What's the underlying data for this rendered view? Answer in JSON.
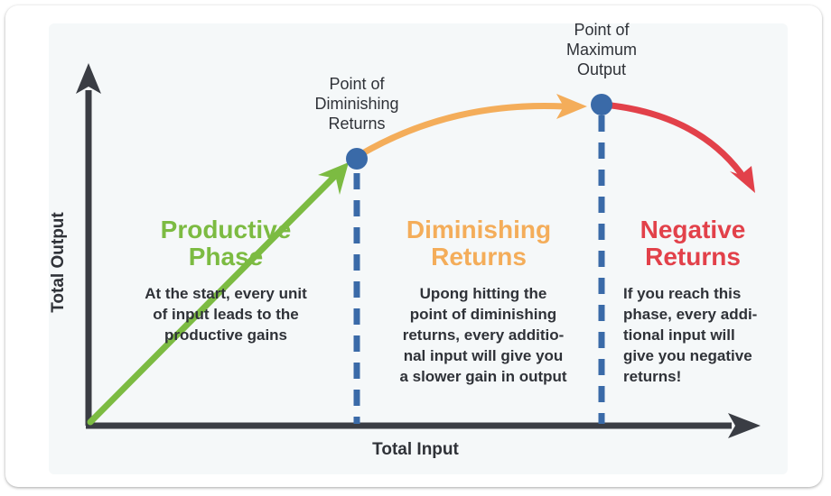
{
  "axes": {
    "x_label": "Total Input",
    "y_label": "Total Output"
  },
  "points": {
    "diminishing_label": "Point of\nDiminishing\nReturns",
    "maximum_label": "Point of\nMaximum\nOutput"
  },
  "phases": [
    {
      "title": "Productive\nPhase",
      "description": "At the start, every unit\nof input leads to the\nproductive gains"
    },
    {
      "title": "Diminishing\nReturns",
      "description": "Upong hitting the\npoint of diminishing\nreturns, every additio-\nnal input will give you\na slower gain in output"
    },
    {
      "title": "Negative\nReturns",
      "description": "If you reach this\nphase, every addi-\ntional input will\ngive you negative\nreturns!"
    }
  ],
  "colors": {
    "productive": "#7cbb42",
    "diminishing": "#f4ad5a",
    "negative": "#e2414a",
    "point": "#3a6aa8",
    "axis": "#3a3d44"
  }
}
